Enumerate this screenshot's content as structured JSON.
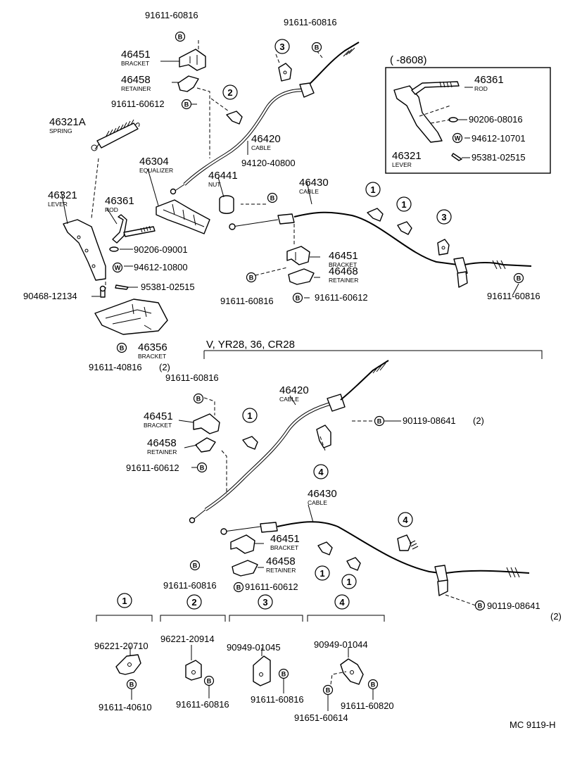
{
  "labels": {
    "top": {
      "p_91611_60816_a": "91611-60816",
      "p_46451_a": "46451",
      "bracket_a": "BRACKET",
      "p_46458_a": "46458",
      "retainer_a": "RETAINER",
      "p_91611_60612_a": "91611-60612",
      "p_46321a": "46321A",
      "spring": "SPRING",
      "p_91611_60816_b": "91611-60816",
      "p_46420_a": "46420",
      "cable_a": "CABLE",
      "p_46304": "46304",
      "equalizer": "EQUALIZER",
      "p_46441": "46441",
      "nut": "NUT",
      "p_94120_40800": "94120-40800",
      "p_46430_a": "46430",
      "cable_b": "CABLE",
      "p_46321": "46321",
      "lever": "LEVER",
      "p_46361": "46361",
      "rod": "ROD",
      "p_90206_09001": "90206-09001",
      "p_94612_10800": "94612-10800",
      "p_95381_02515": "95381-02515",
      "p_90468_12134": "90468-12134",
      "p_46356": "46356",
      "bracket_b": "BRACKET",
      "p_91611_40816": "91611-40816",
      "qty_2_a": "(2)",
      "p_46451_b": "46451",
      "bracket_c": "BRACKET",
      "p_46468": "46468",
      "retainer_b": "RETAINER",
      "p_91611_60816_c": "91611-60816",
      "p_91611_60612_b": "91611-60612",
      "p_91611_60816_d": "91611-60816"
    },
    "inset": {
      "range": "(     -8608)",
      "p_46361": "46361",
      "rod": "ROD",
      "p_90206_08016": "90206-08016",
      "p_94612_10701": "94612-10701",
      "p_46321": "46321",
      "lever": "LEVER",
      "p_95381_02515": "95381-02515"
    },
    "variant": {
      "header": "V, YR28, 36, CR28",
      "p_91611_60816_a": "91611-60816",
      "p_46420": "46420",
      "cable_a": "CABLE",
      "p_90119_08641_a": "90119-08641",
      "qty_2_a": "(2)",
      "p_46451_a": "46451",
      "bracket_a": "BRACKET",
      "p_46458_a": "46458",
      "retainer_a": "RETAINER",
      "p_91611_60612_a": "91611-60612",
      "p_46430": "46430",
      "cable_b": "CABLE",
      "p_46451_b": "46451",
      "bracket_b": "BRACKET",
      "p_46458_b": "46458",
      "retainer_b": "RETAINER",
      "p_91611_60816_b": "91611-60816",
      "p_91611_60612_b": "91611-60612",
      "p_90119_08641_b": "90119-08641",
      "qty_2_b": "(2)"
    },
    "clamps": {
      "p_96221_20710": "96221-20710",
      "p_91611_40610": "91611-40610",
      "p_96221_20914": "96221-20914",
      "p_91611_60816_a": "91611-60816",
      "p_90949_01045": "90949-01045",
      "p_91611_60816_b": "91611-60816",
      "p_90949_01044": "90949-01044",
      "p_91651_60614": "91651-60614",
      "p_91611_60820": "91611-60820"
    },
    "markers": {
      "one": "1",
      "two": "2",
      "three": "3",
      "four": "4",
      "b": "B",
      "w": "W"
    },
    "footer_code": "MC 9119-H"
  }
}
